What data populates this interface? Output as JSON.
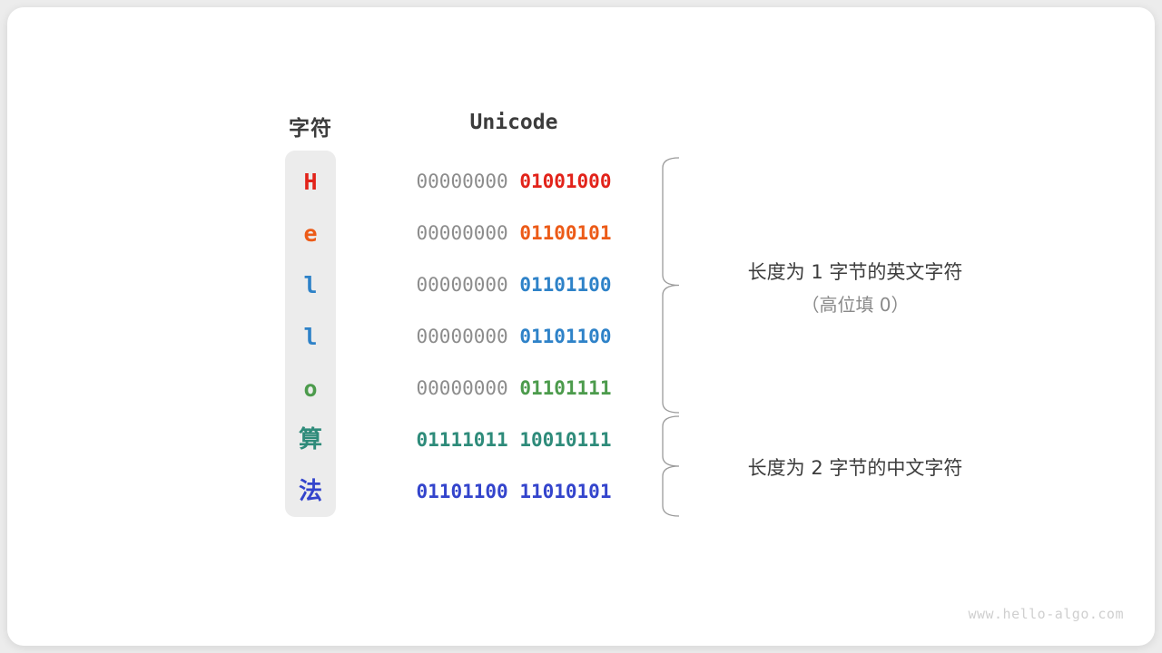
{
  "headers": {
    "character": "字符",
    "unicode": "Unicode"
  },
  "colors": {
    "H": "#e2231a",
    "e": "#ec5b18",
    "l": "#2e82c8",
    "o": "#4c9b4c",
    "suan": "#2e8b7a",
    "fa": "#3344cc",
    "high_byte_gray": "#8c8c8c",
    "char_column_bg": "#ececec",
    "text_dark": "#3c3c3c",
    "note_sub_gray": "#8a8a8a",
    "brace_gray": "#9a9a9a",
    "watermark": "#cfcfcf",
    "page_bg": "#ececec",
    "card_bg": "#ffffff"
  },
  "rows": [
    {
      "char": "H",
      "kind": "latin",
      "color_key": "H",
      "high_byte": "00000000",
      "low_byte": "01001000",
      "high_colored": false
    },
    {
      "char": "e",
      "kind": "latin",
      "color_key": "e",
      "high_byte": "00000000",
      "low_byte": "01100101",
      "high_colored": false
    },
    {
      "char": "l",
      "kind": "latin",
      "color_key": "l",
      "high_byte": "00000000",
      "low_byte": "01101100",
      "high_colored": false
    },
    {
      "char": "l",
      "kind": "latin",
      "color_key": "l",
      "high_byte": "00000000",
      "low_byte": "01101100",
      "high_colored": false
    },
    {
      "char": "o",
      "kind": "latin",
      "color_key": "o",
      "high_byte": "00000000",
      "low_byte": "01101111",
      "high_colored": false
    },
    {
      "char": "算",
      "kind": "han",
      "color_key": "suan",
      "high_byte": "01111011",
      "low_byte": "10010111",
      "high_colored": true
    },
    {
      "char": "法",
      "kind": "han",
      "color_key": "fa",
      "high_byte": "01101100",
      "low_byte": "11010101",
      "high_colored": true
    }
  ],
  "annotations": [
    {
      "main": "长度为 1 字节的英文字符",
      "sub": "（高位填 0）",
      "spans_rows": [
        1,
        5
      ]
    },
    {
      "main": "长度为 2 字节的中文字符",
      "sub": "",
      "spans_rows": [
        6,
        7
      ]
    }
  ],
  "watermark": "www.hello-algo.com"
}
